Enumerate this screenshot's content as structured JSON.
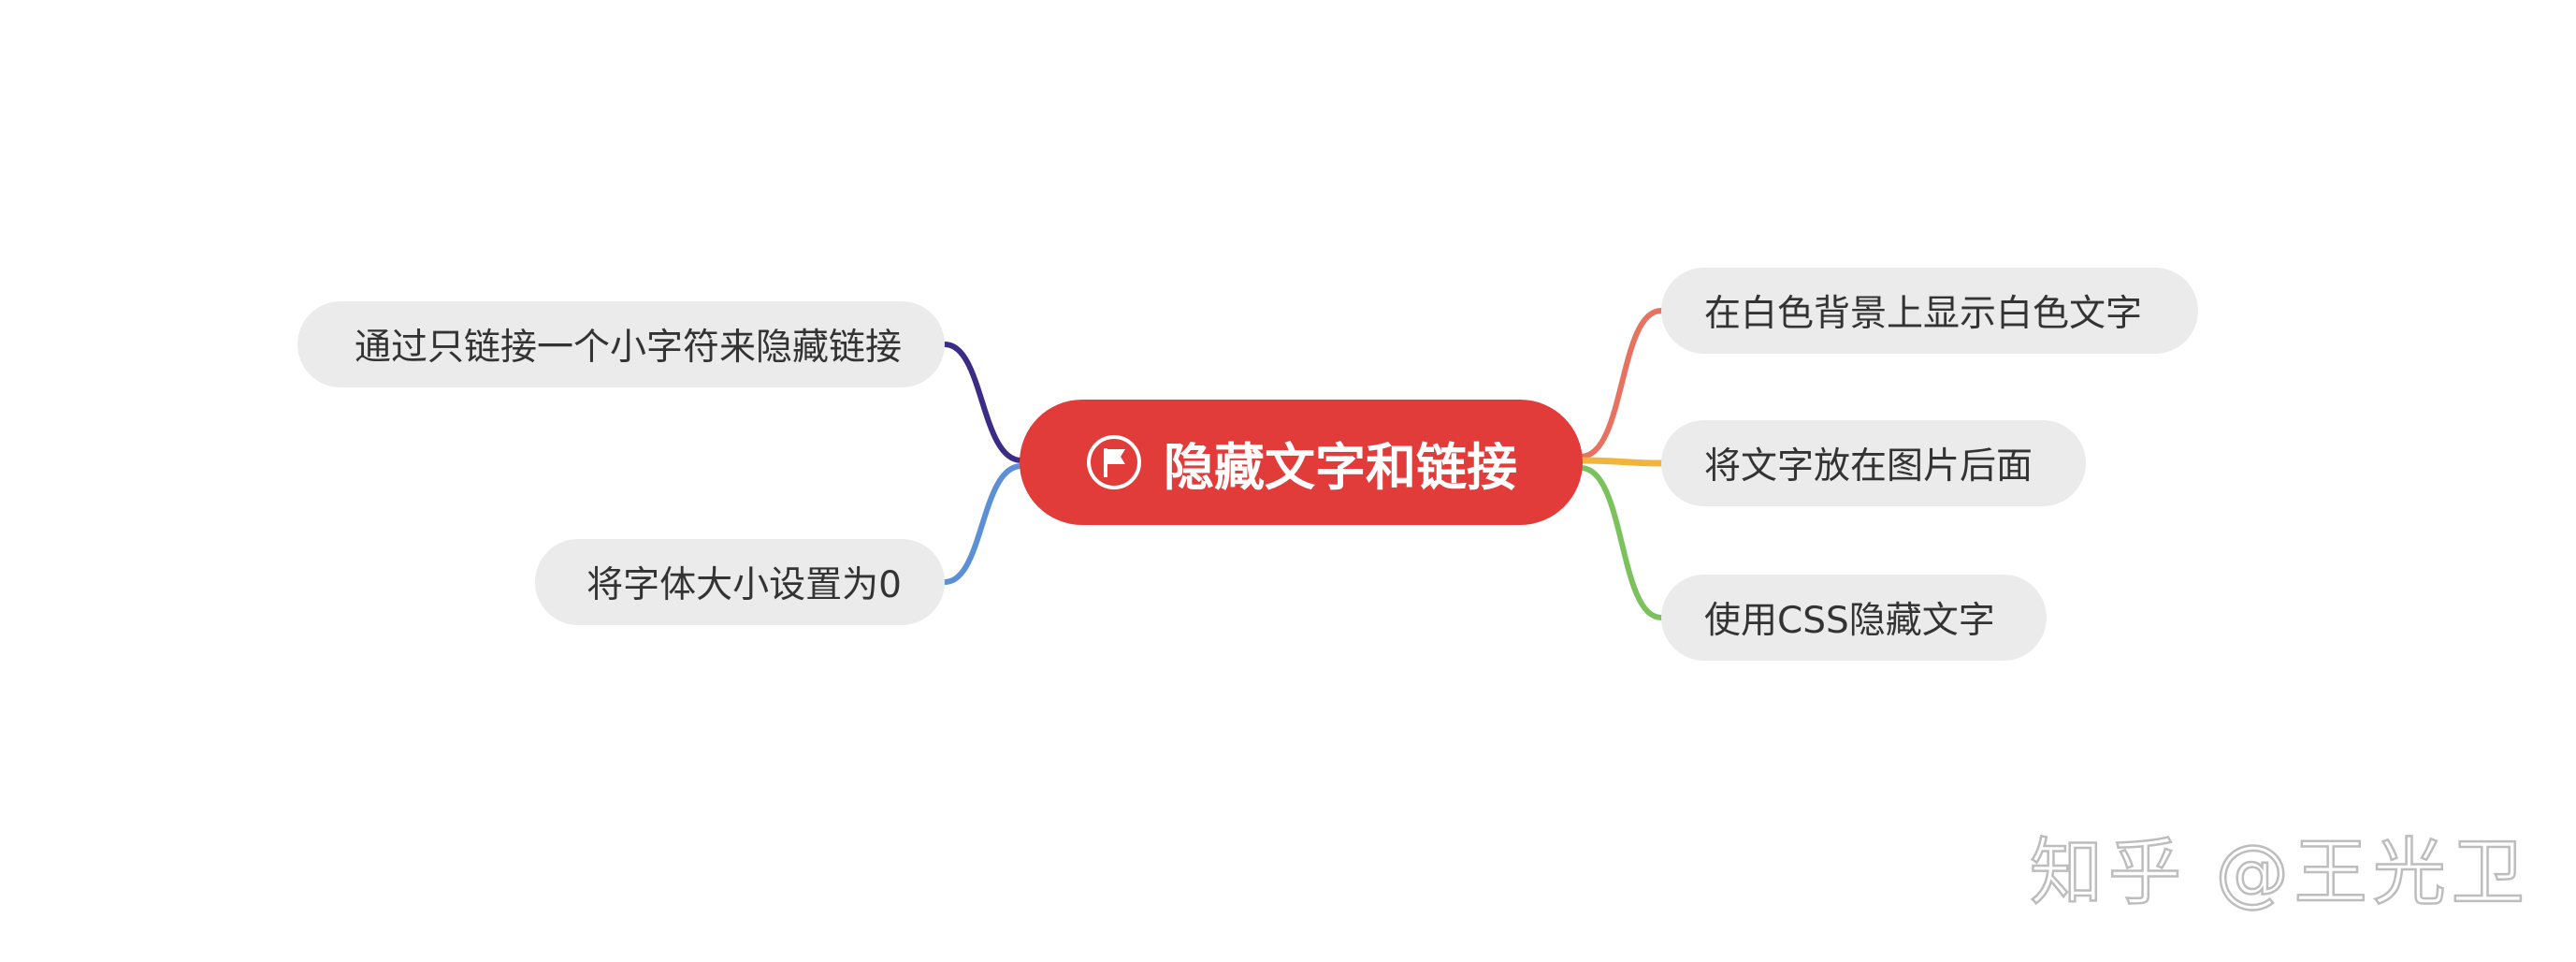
{
  "root": {
    "label": "隐藏文字和链接",
    "icon": "flag-icon",
    "color": "#e23c3a"
  },
  "left_branches": [
    {
      "label": "通过只链接一个小字符来隐藏链接",
      "color": "#3c2c86"
    },
    {
      "label": "将字体大小设置为0",
      "color": "#5b8fd6"
    }
  ],
  "right_branches": [
    {
      "label": "在白色背景上显示白色文字",
      "color": "#e87260"
    },
    {
      "label": "将文字放在图片后面",
      "color": "#f2b53c"
    },
    {
      "label": "使用CSS隐藏文字",
      "color": "#7cc25c"
    }
  ],
  "watermark": "知乎 @王光卫"
}
